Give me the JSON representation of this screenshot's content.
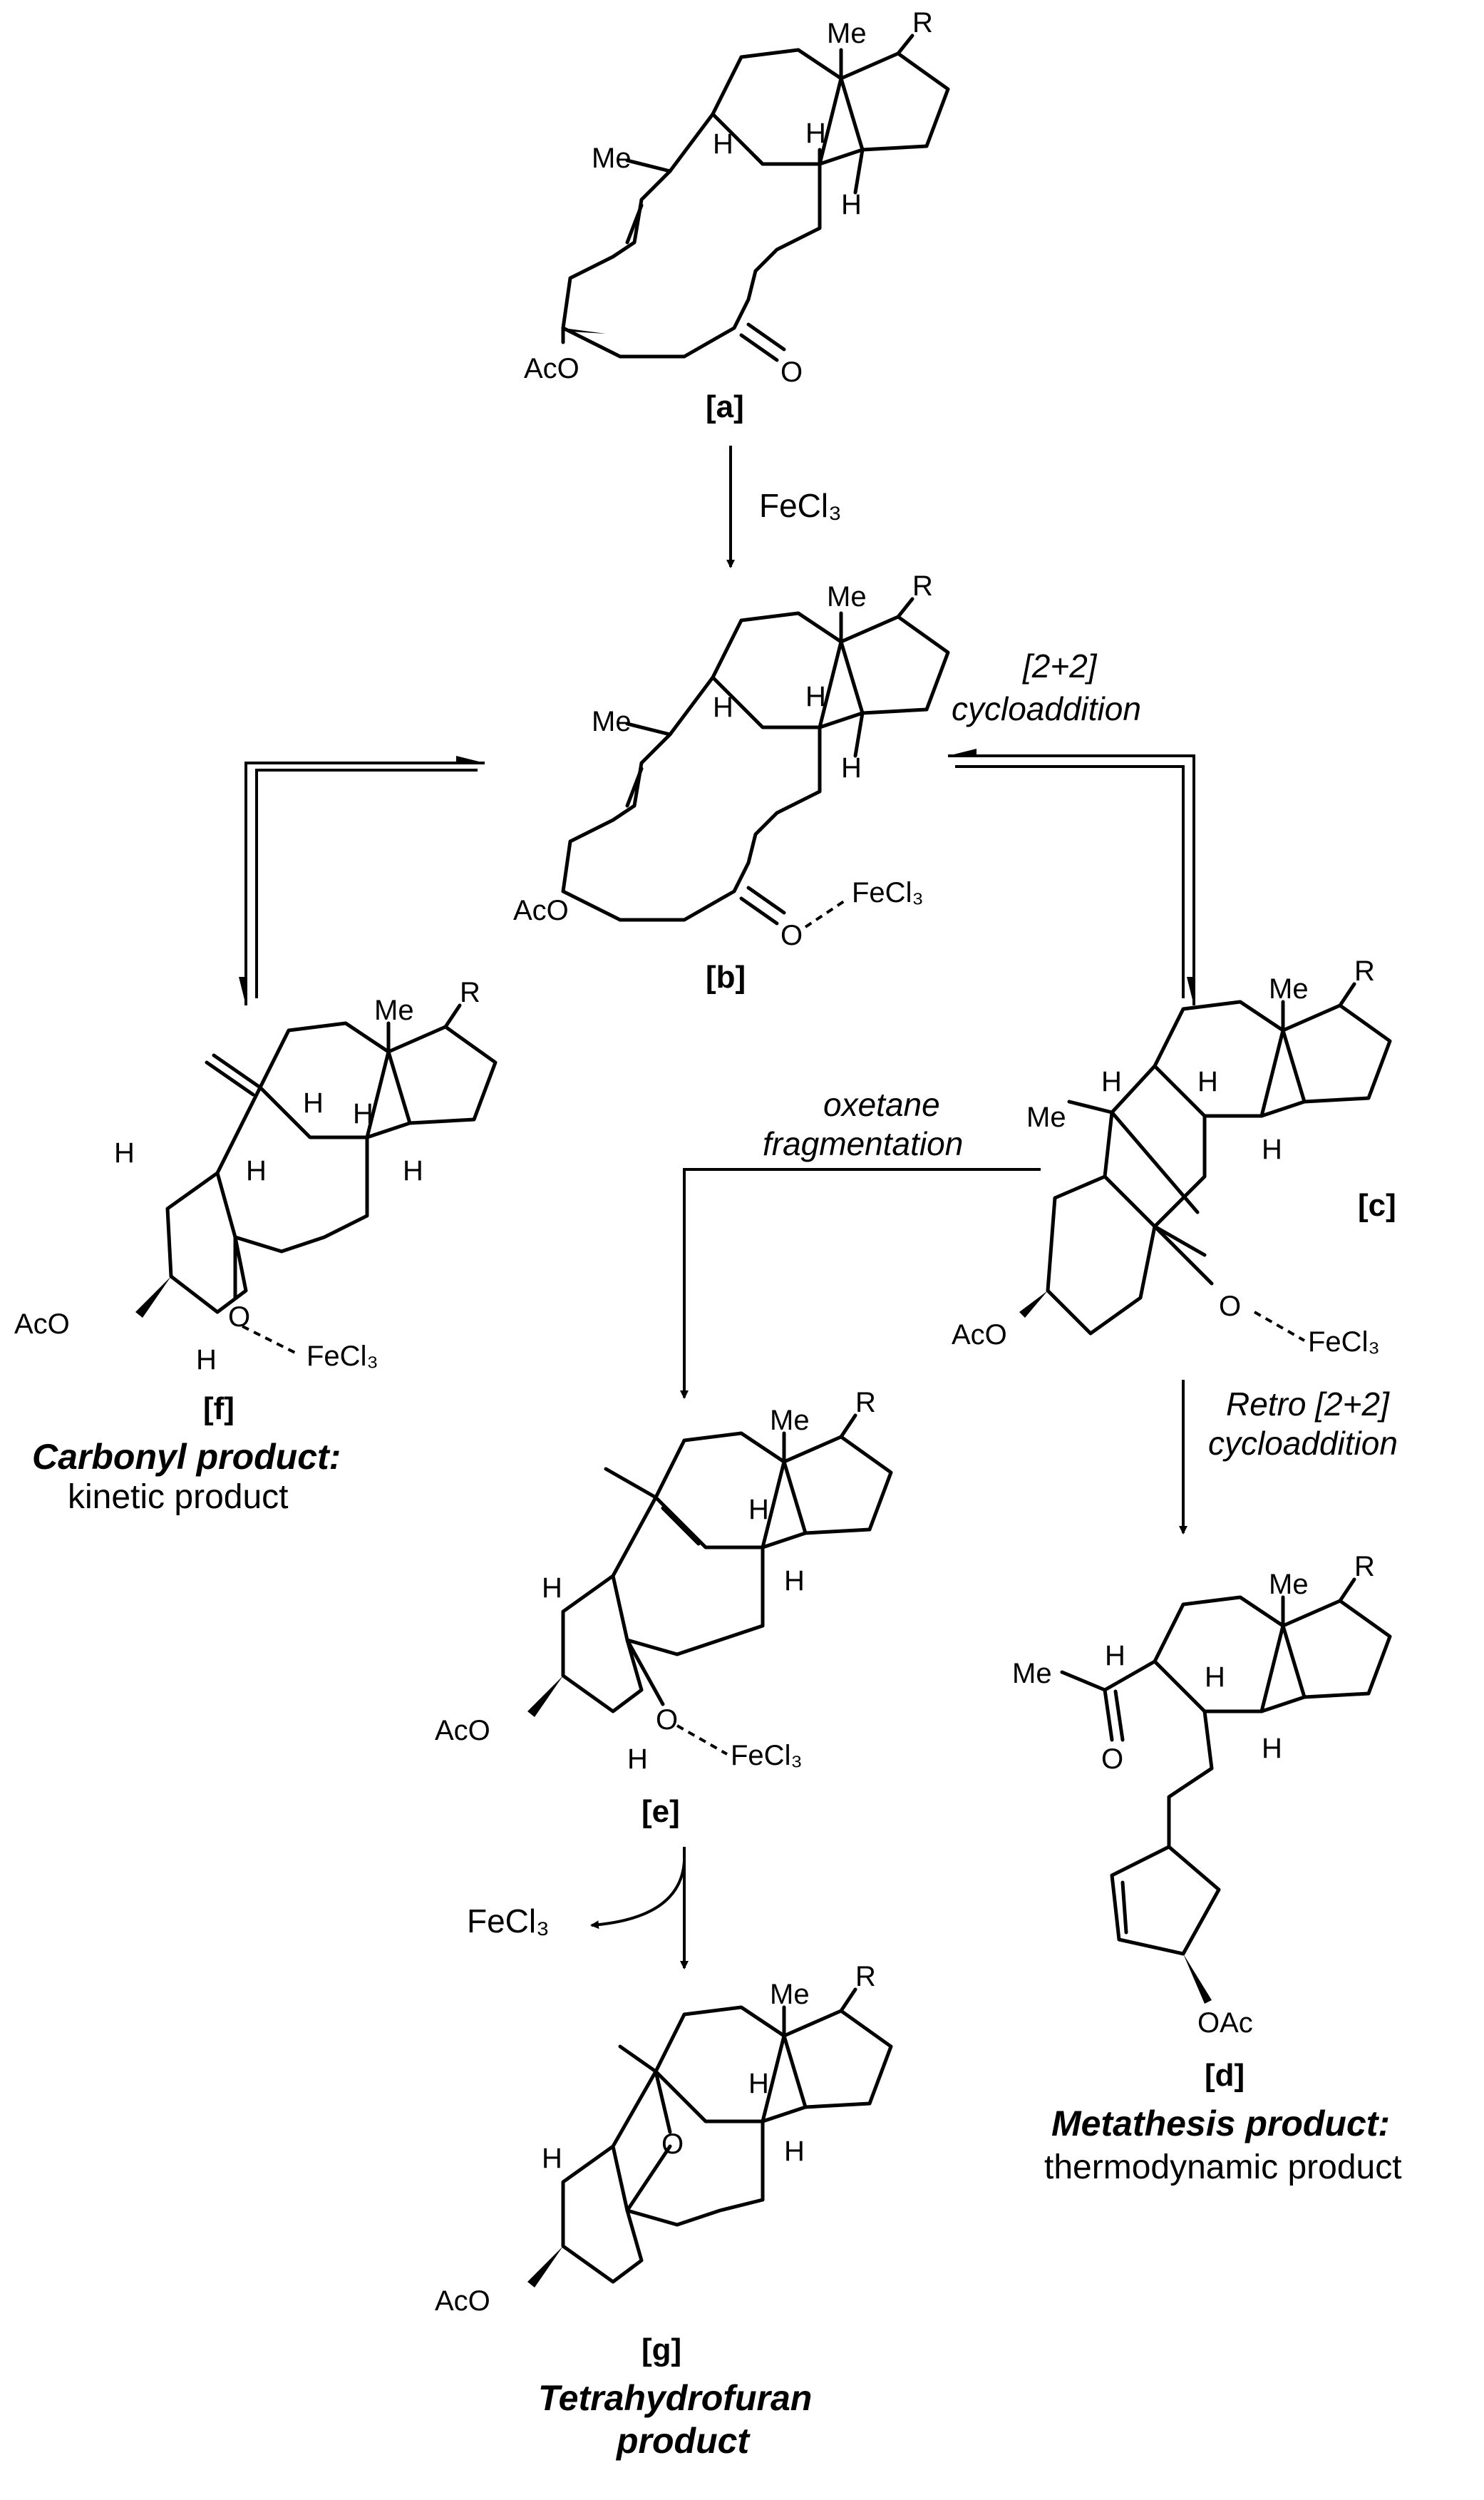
{
  "compounds": {
    "a": "[a]",
    "b": "[b]",
    "c": "[c]",
    "d": "[d]",
    "e": "[e]",
    "f": "[f]",
    "g": "[g]"
  },
  "atoms": {
    "me": "Me",
    "r": "R",
    "h": "H",
    "o": "O",
    "aco": "AcO",
    "oac": "OAc",
    "fecl3": "FeCl₃"
  },
  "conditions": {
    "step1": "FeCl₃",
    "cyclo": [
      "[2+2]",
      "cycloaddition"
    ],
    "oxetane": [
      "oxetane",
      "fragmentation"
    ],
    "retro": [
      "Retro [2+2]",
      "cycloaddition"
    ],
    "fecl3_loss": "FeCl₃"
  },
  "captions": {
    "f": {
      "bold": "Carbonyl product:",
      "normal": "kinetic product"
    },
    "d": {
      "bold": "Metathesis product:",
      "normal": "thermodynamic product"
    },
    "g": {
      "bold1": "Tetrahydrofuran",
      "bold2": "product"
    }
  }
}
